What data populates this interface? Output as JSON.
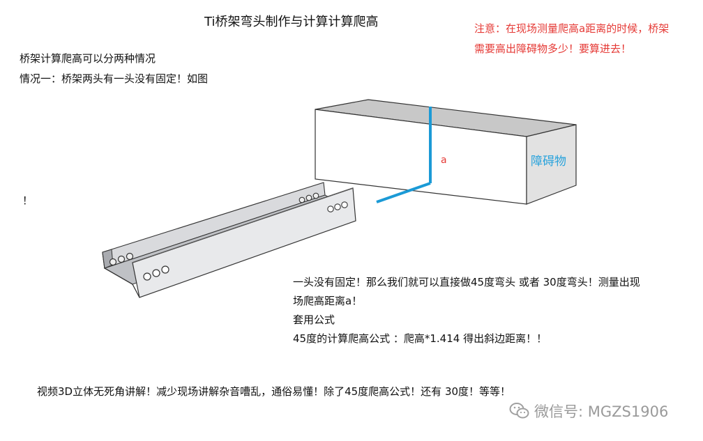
{
  "title": "Ti桥架弯头制作与计算计算爬高",
  "notice": {
    "line1": "注意：在现场测量爬高a距离的时候，桥架",
    "line2": "需要高出障碍物多少！要算进去！"
  },
  "intro": {
    "line1": "桥架计算爬高可以分两种情况",
    "line2": "情况一：桥架两头有一头没有固定！如图"
  },
  "stray_mark": "！",
  "diagram": {
    "a_label": "a",
    "obstacle_label": "障碍物"
  },
  "explanation": {
    "line1": "一头没有固定！那么我们就可以直接做45度弯头 或者 30度弯头！测量出现",
    "line2": "场爬高距离a！",
    "line3": "套用公式",
    "line4": "45度的计算爬高公式 ：爬高*1.414 得出斜边距离！！"
  },
  "footer": "视频3D立体无死角讲解！减少现场讲解杂音嘈乱，通俗易懂！除了45度爬高公式！还有 30度！等等！",
  "watermark": {
    "text": "微信号: MGZS1906",
    "icon": "wechat-icon"
  },
  "colors": {
    "notice": "#e53935",
    "measure_line": "#1b9ad6",
    "a_label": "#e53935",
    "obstacle_label": "#2aa3dc",
    "tray_fill": "#e8e9eb",
    "box_top": "#c8c8c8",
    "box_side": "#e2e2e2"
  }
}
